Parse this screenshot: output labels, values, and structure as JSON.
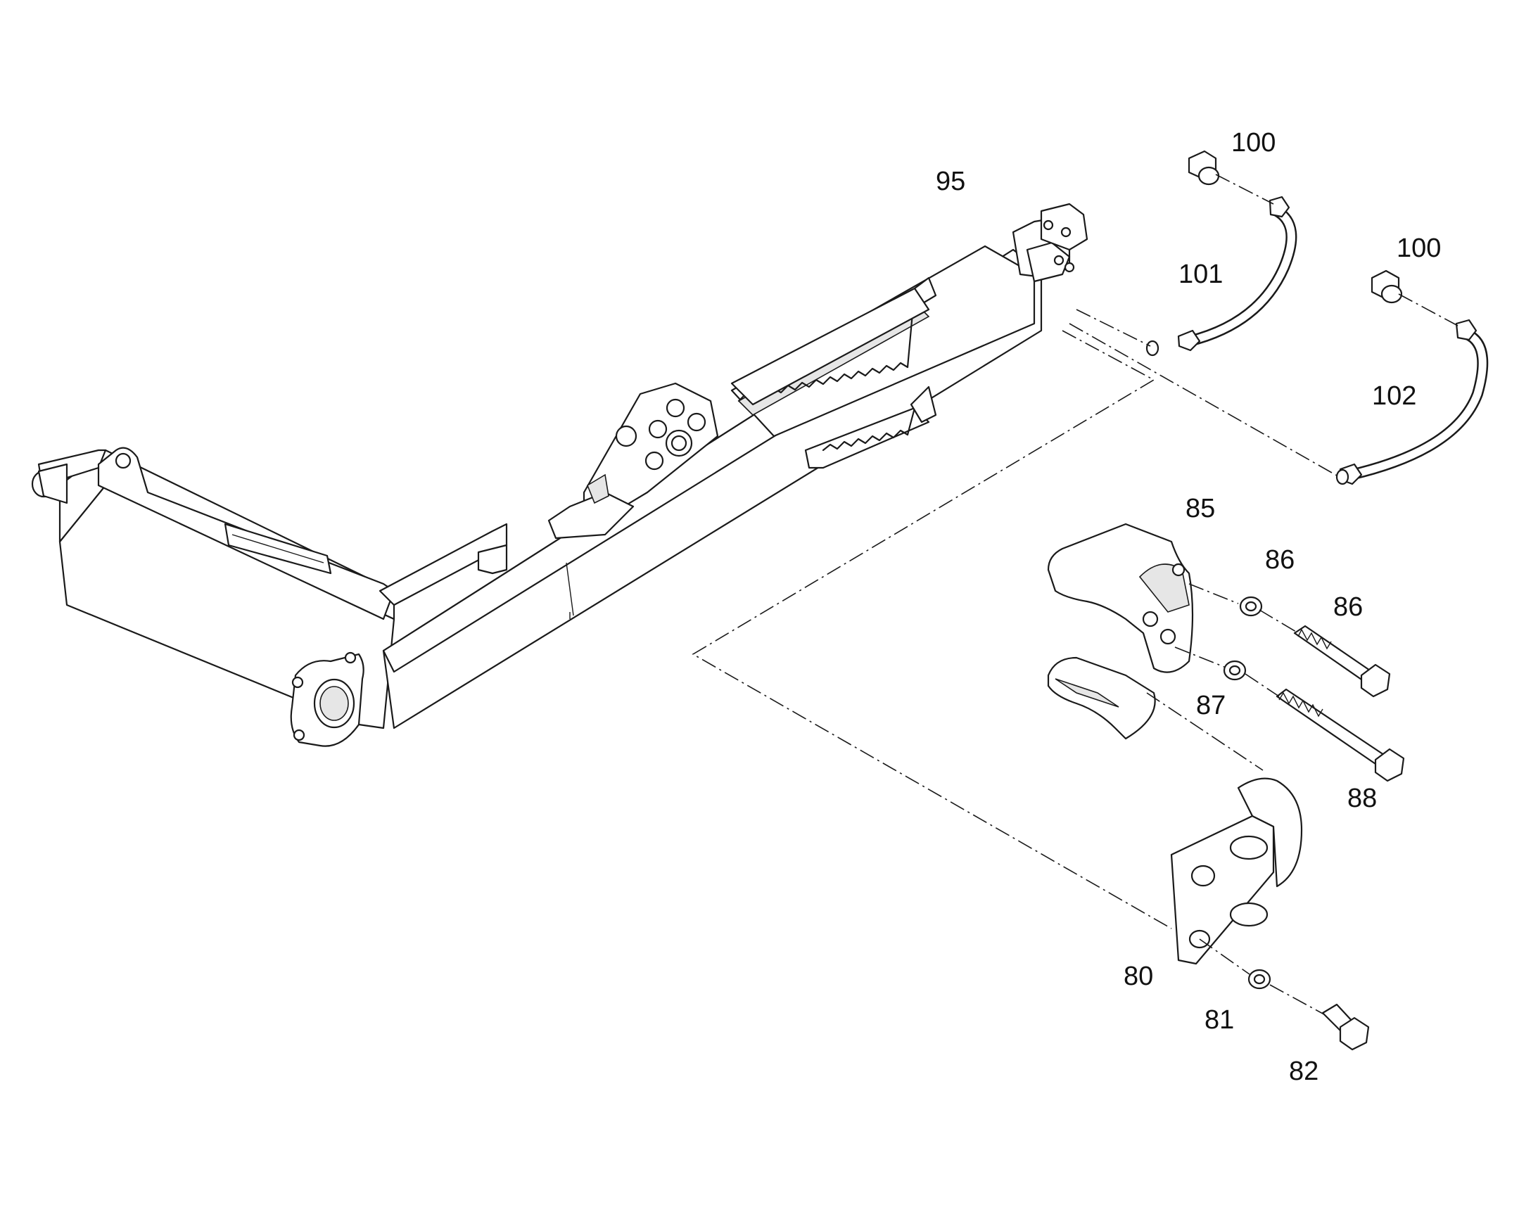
{
  "callouts": [
    {
      "id": "c95",
      "text": "95"
    },
    {
      "id": "c100a",
      "text": "100"
    },
    {
      "id": "c100b",
      "text": "100"
    },
    {
      "id": "c101",
      "text": "101"
    },
    {
      "id": "c102",
      "text": "102"
    },
    {
      "id": "c85",
      "text": "85"
    },
    {
      "id": "c86a",
      "text": "86"
    },
    {
      "id": "c86b",
      "text": "86"
    },
    {
      "id": "c87",
      "text": "87"
    },
    {
      "id": "c88",
      "text": "88"
    },
    {
      "id": "c80",
      "text": "80"
    },
    {
      "id": "c81",
      "text": "81"
    },
    {
      "id": "c82",
      "text": "82"
    }
  ]
}
